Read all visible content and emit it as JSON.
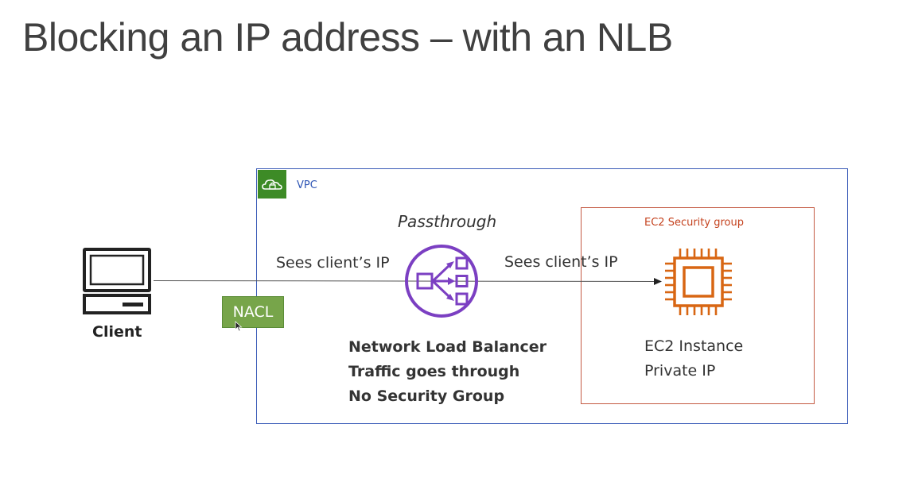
{
  "slide": {
    "title": "Blocking an IP address – with an NLB"
  },
  "vpc": {
    "label": "VPC"
  },
  "security_group": {
    "label": "EC2 Security group"
  },
  "client": {
    "label": "Client"
  },
  "nacl": {
    "label": "NACL"
  },
  "nlb": {
    "mode_label": "Passthrough",
    "lines": [
      "Network Load Balancer",
      "Traffic goes through",
      "No Security Group"
    ]
  },
  "connections": {
    "left_label": "Sees client’s IP",
    "right_label": "Sees client’s IP"
  },
  "ec2": {
    "lines": [
      "EC2 Instance",
      "Private IP"
    ]
  },
  "colors": {
    "vpc_border": "#3b5cb8",
    "vpc_badge": "#3d8b26",
    "security_group_border": "#c45a43",
    "security_group_label": "#c4411d",
    "nacl_fill": "#77a54a",
    "nlb_icon": "#7b3fc2",
    "ec2_icon": "#d86613"
  }
}
